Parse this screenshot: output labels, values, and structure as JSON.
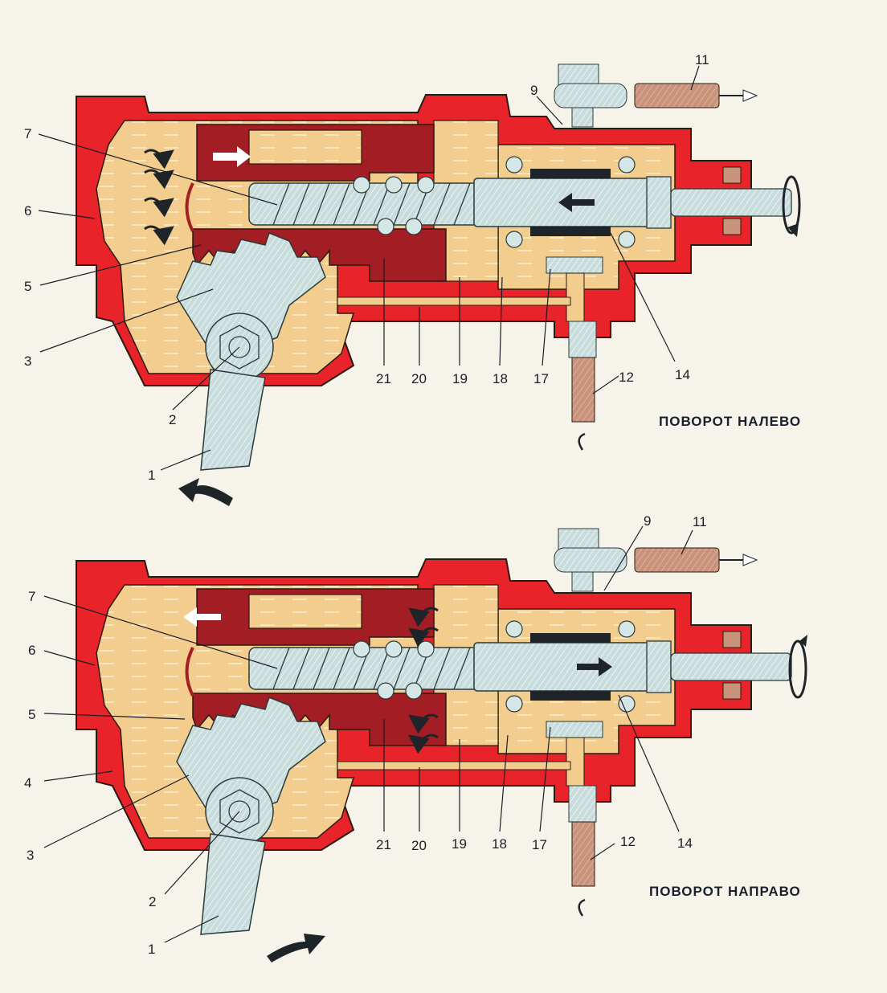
{
  "colors": {
    "background": "#f6f3ea",
    "housing": "#e8232a",
    "piston": "#a31d24",
    "fluid": "#f3cd8e",
    "steel": "#c8dcdc",
    "hose": "#c8937a",
    "dark_arrow": "#1f2428",
    "ink": "#1c1c24"
  },
  "diagrams": [
    {
      "id": "left",
      "caption": "ПОВОРОТ НАЛЕВО",
      "piston_arrow": "right",
      "shaft_arrow": "left",
      "lever_arrow": "counterclockwise",
      "labels": {
        "l1": "1",
        "l2": "2",
        "l3": "3",
        "l5": "5",
        "l6": "6",
        "l7": "7",
        "l9": "9",
        "l11": "11",
        "l12": "12",
        "l14": "14",
        "l17": "17",
        "l18": "18",
        "l19": "19",
        "l20": "20",
        "l21": "21"
      }
    },
    {
      "id": "right",
      "caption": "ПОВОРОТ НАПРАВО",
      "piston_arrow": "left",
      "shaft_arrow": "right",
      "lever_arrow": "clockwise",
      "labels": {
        "l1": "1",
        "l2": "2",
        "l3": "3",
        "l4": "4",
        "l5": "5",
        "l6": "6",
        "l7": "7",
        "l9": "9",
        "l11": "11",
        "l12": "12",
        "l14": "14",
        "l17": "17",
        "l18": "18",
        "l19": "19",
        "l20": "20",
        "l21": "21"
      }
    }
  ],
  "icons": {
    "rotation": "circular-arrow-icon",
    "flow": "wavy-arrow-icon",
    "motion": "direction-arrow-icon"
  }
}
